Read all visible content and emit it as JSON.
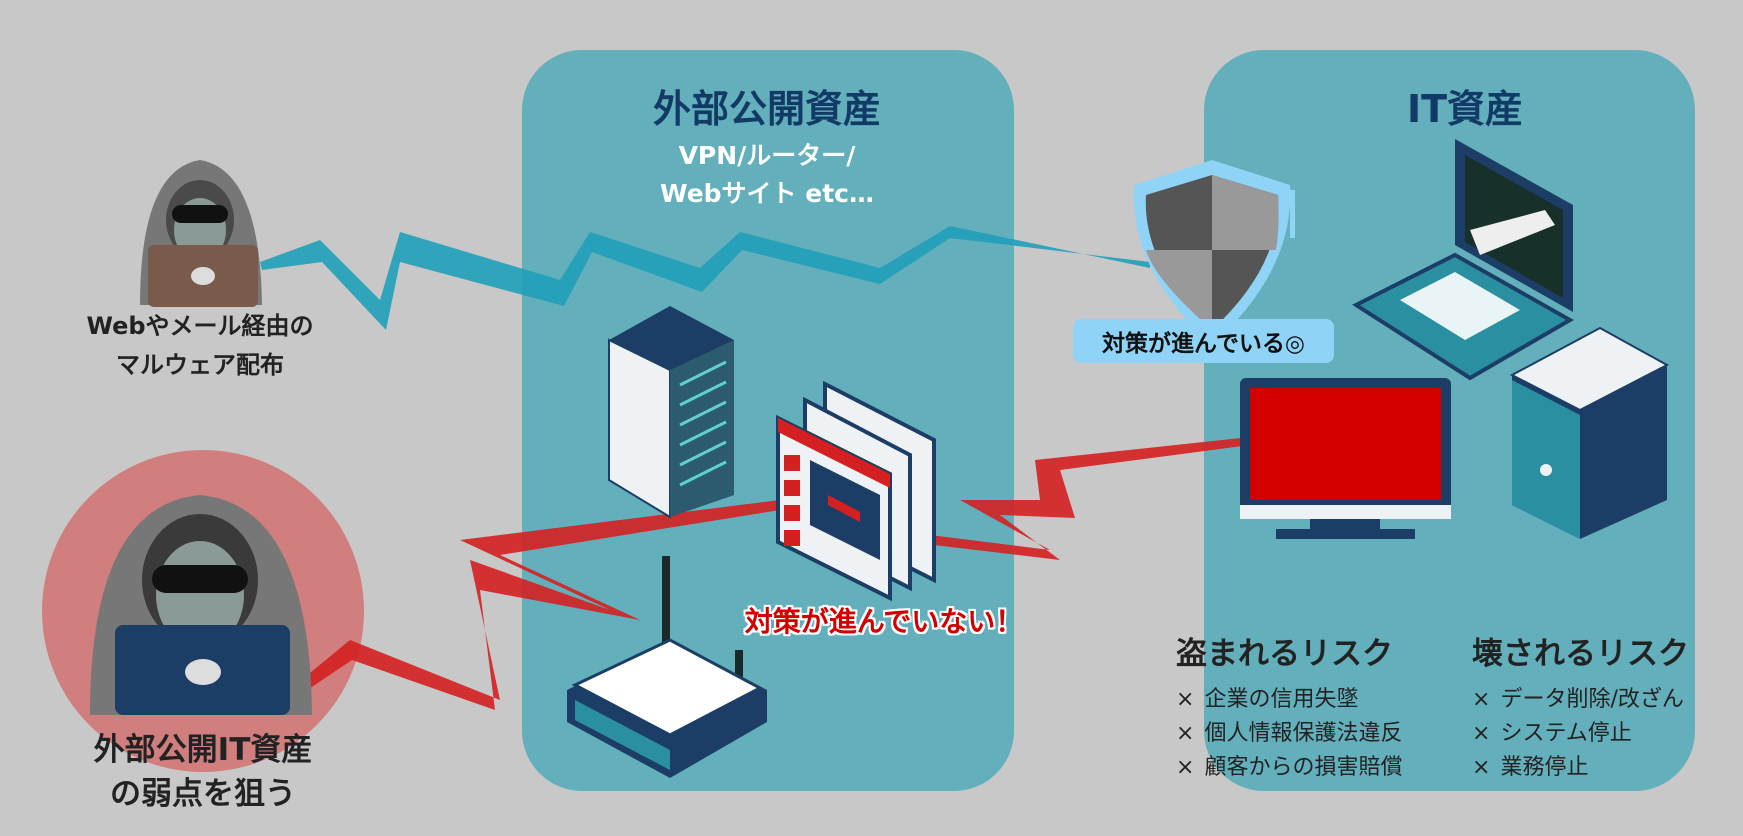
{
  "external_assets": {
    "title": "外部公開資産",
    "subtitle_line1": "VPN/ルーター/",
    "subtitle_line2": "Webサイト etc…"
  },
  "it_assets": {
    "title": "IT資産"
  },
  "attacker_mail": {
    "line1": "Webやメール経由の",
    "line2": "マルウェア配布"
  },
  "attacker_exposed": {
    "line1": "外部公開IT資産",
    "line2": "の弱点を狙う"
  },
  "protected_badge": "対策が進んでいる◎",
  "unprotected_label": "対策が進んでいない！",
  "risks": {
    "theft": {
      "title": "盗まれるリスク",
      "items": [
        "企業の信用失墜",
        "個人情報保護法違反",
        "顧客からの損害賠償"
      ]
    },
    "destruction": {
      "title": "壊されるリスク",
      "items": [
        "データ削除/改ざん",
        "システム停止",
        "業務停止"
      ]
    },
    "bullet": "×"
  },
  "colors": {
    "panel": "#64afbc",
    "title": "#123a66",
    "blue_bolt": "#1fa0b8",
    "red_bolt": "#d42020",
    "danger_circle": "#d07e7e",
    "badge": "#8fd4f6"
  }
}
